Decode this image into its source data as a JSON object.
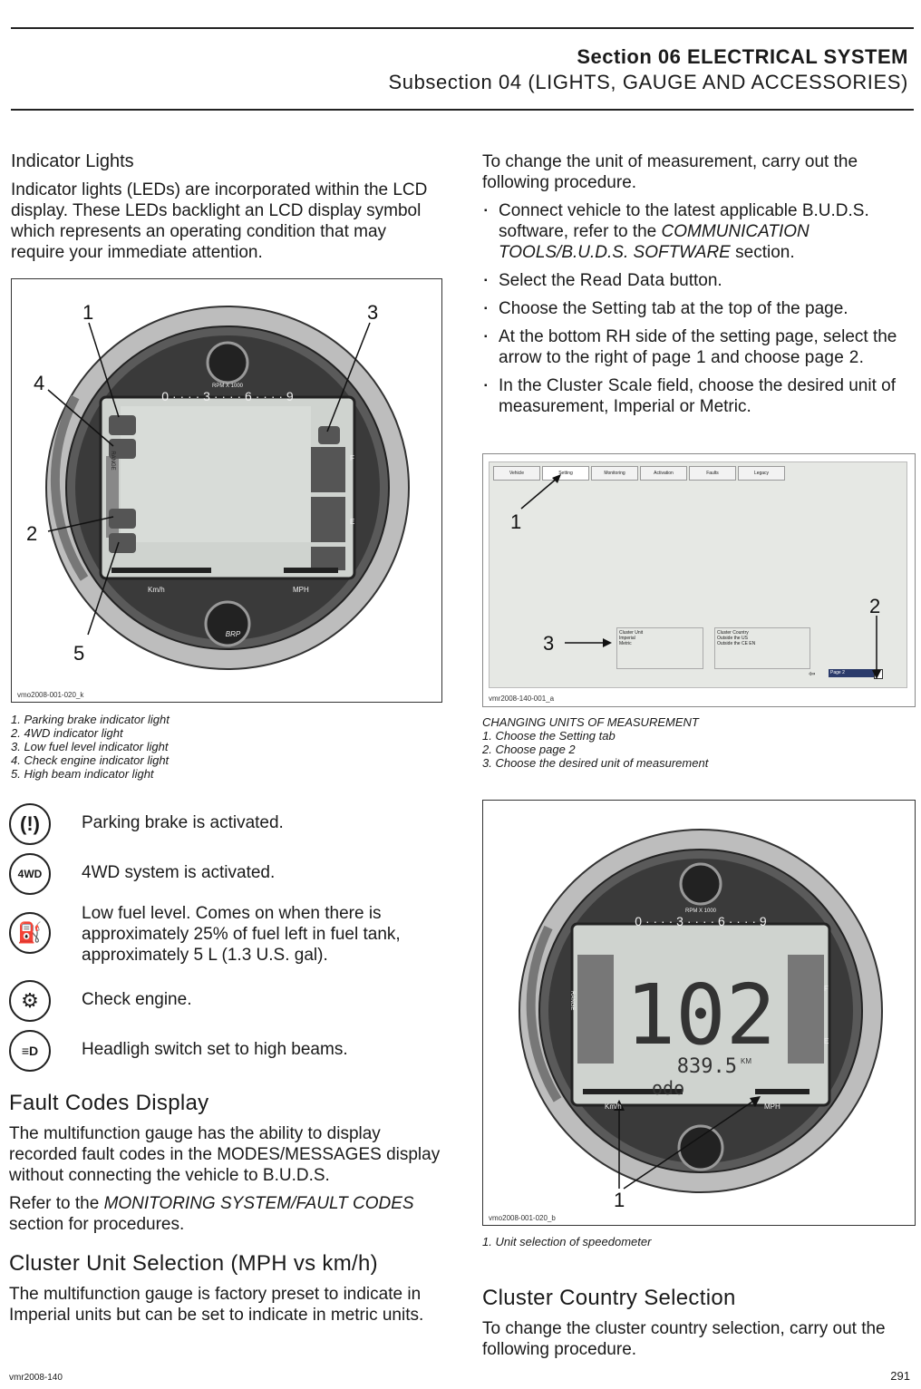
{
  "header": {
    "section": "Section 06 ELECTRICAL SYSTEM",
    "subsection": "Subsection 04 (LIGHTS, GAUGE AND ACCESSORIES)"
  },
  "left": {
    "indicator_title": "Indicator Lights",
    "indicator_body": "Indicator lights (LEDs) are incorporated within the LCD display. These LEDs backlight an LCD display symbol which represents an operating condition that may require your immediate attention.",
    "fig1": {
      "code": "vmo2008-001-020_k",
      "callouts": [
        "1",
        "3",
        "4",
        "2",
        "5"
      ],
      "gauge_labels": {
        "rpm": "RPM X 1000",
        "scale": "0 · · · · 3 · · · · 6 · · · · 9",
        "range": "RANGE",
        "kmh": "Km/h",
        "mph": "MPH",
        "f": "F",
        "e": "E",
        "brp": "BRP"
      }
    },
    "fig1_captions": [
      "1. Parking brake indicator light",
      "2. 4WD indicator light",
      "3. Low fuel level indicator light",
      "4. Check engine indicator light",
      "5. High beam indicator light"
    ],
    "indicators": [
      {
        "icon": "parking-brake-icon",
        "symbol": "(!)",
        "text": "Parking brake is activated."
      },
      {
        "icon": "four-wd-icon",
        "symbol": "4WD",
        "text": "4WD system is activated."
      },
      {
        "icon": "fuel-pump-icon",
        "symbol": "⛽",
        "text": "Low fuel level. Comes on when there is approximately 25% of fuel left in fuel tank, approximately 5 L (1.3 U.S. gal)."
      },
      {
        "icon": "check-engine-icon",
        "symbol": "⚙",
        "text": "Check engine."
      },
      {
        "icon": "high-beam-icon",
        "symbol": "≡D",
        "text": "Headligh switch set to high beams."
      }
    ],
    "fault_title": "Fault Codes Display",
    "fault_body1": "The multifunction gauge has the ability to display recorded fault codes in the MODES/MESSAGES display without connecting the vehicle to B.U.D.S.",
    "fault_body2_pre": "Refer to the ",
    "fault_body2_em": "MONITORING SYSTEM/FAULT CODES",
    "fault_body2_post": " section for procedures.",
    "cluster_title": "Cluster Unit Selection (MPH vs km/h)",
    "cluster_body": "The multifunction gauge is factory preset to indicate in Imperial units but can be set to indicate in metric units."
  },
  "right": {
    "intro": "To change the unit of measurement, carry out the following procedure.",
    "steps": [
      {
        "pre": "Connect vehicle to the latest applicable B.U.D.S. software, refer to the ",
        "em": "COMMUNICATION TOOLS/B.U.D.S. SOFTWARE",
        "post": " section."
      },
      {
        "pre": "Select the ",
        "em": "",
        "b": "Read Data",
        "post": " button."
      },
      {
        "pre": "Choose the ",
        "b": "Setting",
        "post": " tab at the top of the page."
      },
      {
        "pre": "At the bottom RH side of the setting page, select the arrow to the right of ",
        "b": "page 1",
        "post": " and choose ",
        "b2": "page 2",
        "post2": "."
      },
      {
        "pre": "In the ",
        "b": "Cluster Scale",
        "post": " field, choose the desired unit of measurement, Imperial or Metric."
      }
    ],
    "fig2": {
      "code": "vmr2008-140-001_a",
      "tabs": [
        "Vehicle",
        "Setting",
        "Monitoring",
        "Activation",
        "Faults",
        "Legacy"
      ],
      "callouts": [
        "1",
        "2",
        "3"
      ],
      "cluster_unit_label": "Cluster Unit",
      "cluster_unit_options": [
        "Imperial",
        "Metric"
      ],
      "cluster_country_label": "Cluster Country",
      "cluster_country_options": [
        "Outside the US",
        "Outside the CE EN"
      ],
      "page_select": "Page 2"
    },
    "fig2_title": "CHANGING UNITS OF MEASUREMENT",
    "fig2_captions": [
      "1. Choose the Setting tab",
      "2. Choose page 2",
      "3. Choose the desired unit of measurement"
    ],
    "fig3": {
      "code": "vmo2008-001-020_b",
      "callout": "1",
      "speed": "102",
      "odo_value": "839.5",
      "odo_unit": "KM",
      "odo_label": "odo",
      "rpm": "RPM X 1000",
      "scale": "0 · · · · 3 · · · · 6 · · · · 9",
      "range": "RANGE",
      "kmh": "Km/h",
      "mph": "MPH",
      "f": "F",
      "e": "E"
    },
    "fig3_caption": "1. Unit selection of speedometer",
    "country_title": "Cluster Country Selection",
    "country_body": "To change the cluster country selection, carry out the following procedure."
  },
  "footer": {
    "code": "vmr2008-140",
    "page": "291"
  }
}
